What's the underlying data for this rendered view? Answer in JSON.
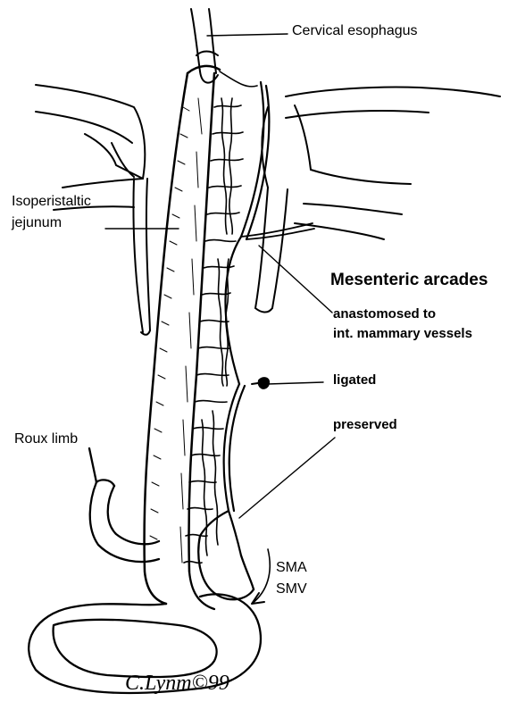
{
  "labels": {
    "cervical_esophagus": "Cervical esophagus",
    "isoperistaltic_line1": "Isoperistaltic",
    "isoperistaltic_line2": "jejunum",
    "mesenteric_arcades": "Mesenteric arcades",
    "anastomosed_line1": "anastomosed to",
    "anastomosed_line2": "int. mammary vessels",
    "ligated": "ligated",
    "preserved": "preserved",
    "roux_limb": "Roux limb",
    "sma": "SMA",
    "smv": "SMV"
  },
  "signature": "C.Lynm©99",
  "colors": {
    "ink": "#000000",
    "paper": "#ffffff"
  }
}
